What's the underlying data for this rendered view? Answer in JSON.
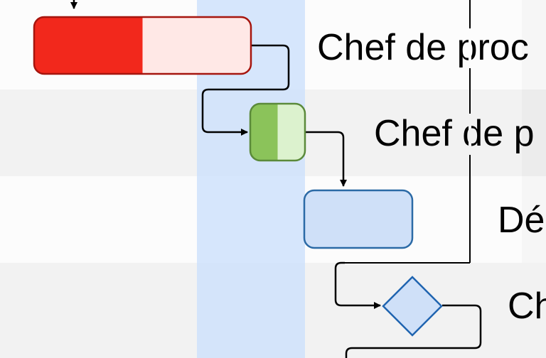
{
  "colors": {
    "row_light": "#fcfcfc",
    "row_dark": "#f2f2f2",
    "highlight_column": "#cfe2fb",
    "critical_fill": "#f2281c",
    "critical_remaining": "#ffe8e6",
    "critical_stroke": "#a6150e",
    "done_fill": "#8bc35a",
    "done_remaining": "#dcf2ce",
    "done_stroke": "#5b8a3a",
    "planned_fill": "#cfe0f8",
    "planned_stroke": "#2b6aa6",
    "milestone_fill": "#cfe0f8",
    "milestone_stroke": "#1f64b0",
    "connector": "#000000"
  },
  "tasks": [
    {
      "label": "Chef de proc",
      "kind": "bar",
      "progress": 0.5
    },
    {
      "label": "Chef de p",
      "kind": "bar",
      "progress": 0.5
    },
    {
      "label": "Dé",
      "kind": "bar",
      "progress": 0
    },
    {
      "label": "Ch",
      "kind": "milestone"
    }
  ]
}
